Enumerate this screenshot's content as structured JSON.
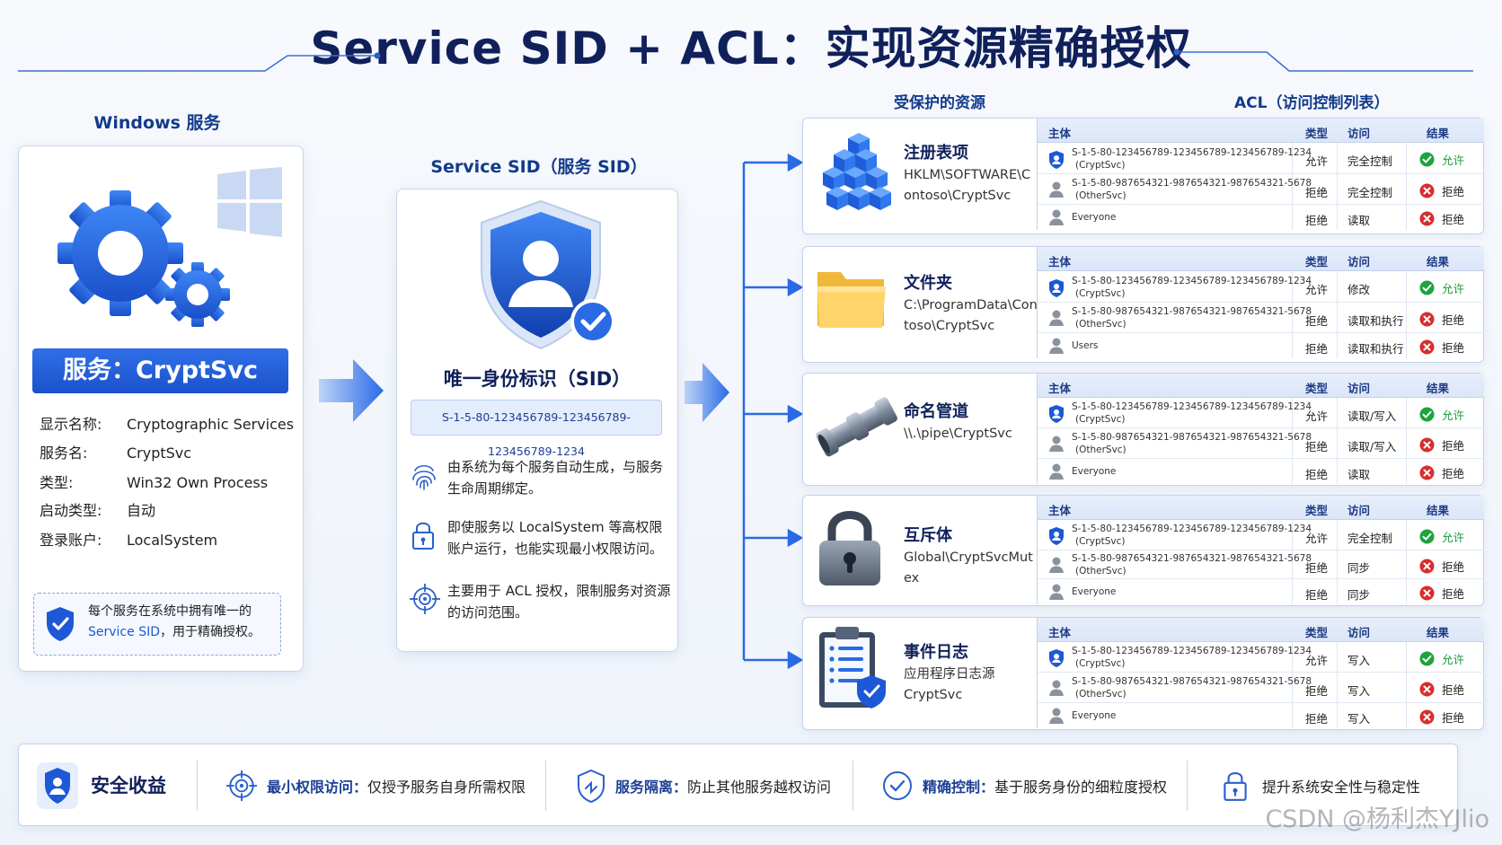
{
  "title": "Service SID + ACL：实现资源精确授权",
  "service": {
    "heading": "Windows 服务",
    "banner": "服务：CryptSvc",
    "props": [
      {
        "k": "显示名称:",
        "v": "Cryptographic Services"
      },
      {
        "k": "服务名:",
        "v": "CryptSvc"
      },
      {
        "k": "类型:",
        "v": "Win32 Own Process"
      },
      {
        "k": "启动类型:",
        "v": "自动"
      },
      {
        "k": "登录账户:",
        "v": "LocalSystem"
      }
    ],
    "note_line1": "每个服务在系统中拥有唯一的",
    "note_hl": "Service SID",
    "note_line2": "，用于精确授权。"
  },
  "sid": {
    "heading": "Service SID（服务 SID）",
    "label": "唯一身份标识（SID）",
    "value": "S-1-5-80-123456789-123456789-123456789-1234",
    "features": [
      {
        "icon": "fingerprint-icon",
        "text": "由系统为每个服务自动生成，与服务生命周期绑定。"
      },
      {
        "icon": "lock-icon",
        "text": "即使服务以 LocalSystem 等高权限账户运行，也能实现最小权限访问。"
      },
      {
        "icon": "target-icon",
        "text": "主要用于 ACL 授权，限制服务对资源的访问范围。"
      }
    ]
  },
  "resources_heading": "受保护的资源",
  "acl_heading": "ACL（访问控制列表）",
  "acl_columns": {
    "principal": "主体",
    "type": "类型",
    "access": "访问",
    "result": "结果"
  },
  "resources": [
    {
      "name": "注册表项",
      "path": "HKLM\\SOFTWARE\\Contoso\\CryptSvc",
      "icon": "registry-cubes-icon",
      "rows": [
        {
          "p1": "S-1-5-80-123456789-123456789-123456789-1234",
          "p2": "(CryptSvc)",
          "ptype": "shield",
          "type": "允许",
          "access": "完全控制",
          "result": "允许",
          "ok": true
        },
        {
          "p1": "S-1-5-80-987654321-987654321-987654321-5678",
          "p2": "(OtherSvc)",
          "ptype": "user",
          "type": "拒绝",
          "access": "完全控制",
          "result": "拒绝",
          "ok": false
        },
        {
          "p1": "Everyone",
          "p2": "",
          "ptype": "user",
          "type": "拒绝",
          "access": "读取",
          "result": "拒绝",
          "ok": false
        }
      ]
    },
    {
      "name": "文件夹",
      "path": "C:\\ProgramData\\Contoso\\CryptSvc",
      "icon": "folder-icon",
      "rows": [
        {
          "p1": "S-1-5-80-123456789-123456789-123456789-1234",
          "p2": "(CryptSvc)",
          "ptype": "shield",
          "type": "允许",
          "access": "修改",
          "result": "允许",
          "ok": true
        },
        {
          "p1": "S-1-5-80-987654321-987654321-987654321-5678",
          "p2": "(OtherSvc)",
          "ptype": "user",
          "type": "拒绝",
          "access": "读取和执行",
          "result": "拒绝",
          "ok": false
        },
        {
          "p1": "Users",
          "p2": "",
          "ptype": "user",
          "type": "拒绝",
          "access": "读取和执行",
          "result": "拒绝",
          "ok": false
        }
      ]
    },
    {
      "name": "命名管道",
      "path": "\\\\.\\pipe\\CryptSvc",
      "icon": "pipe-icon",
      "rows": [
        {
          "p1": "S-1-5-80-123456789-123456789-123456789-1234",
          "p2": "(CryptSvc)",
          "ptype": "shield",
          "type": "允许",
          "access": "读取/写入",
          "result": "允许",
          "ok": true
        },
        {
          "p1": "S-1-5-80-987654321-987654321-987654321-5678",
          "p2": "(OtherSvc)",
          "ptype": "user",
          "type": "拒绝",
          "access": "读取/写入",
          "result": "拒绝",
          "ok": false
        },
        {
          "p1": "Everyone",
          "p2": "",
          "ptype": "user",
          "type": "拒绝",
          "access": "读取",
          "result": "拒绝",
          "ok": false
        }
      ]
    },
    {
      "name": "互斥体",
      "path": "Global\\CryptSvcMutex",
      "icon": "padlock-icon",
      "rows": [
        {
          "p1": "S-1-5-80-123456789-123456789-123456789-1234",
          "p2": "(CryptSvc)",
          "ptype": "shield",
          "type": "允许",
          "access": "完全控制",
          "result": "允许",
          "ok": true
        },
        {
          "p1": "S-1-5-80-987654321-987654321-987654321-5678",
          "p2": "(OtherSvc)",
          "ptype": "user",
          "type": "拒绝",
          "access": "同步",
          "result": "拒绝",
          "ok": false
        },
        {
          "p1": "Everyone",
          "p2": "",
          "ptype": "user",
          "type": "拒绝",
          "access": "同步",
          "result": "拒绝",
          "ok": false
        }
      ]
    },
    {
      "name": "事件日志",
      "path": "应用程序日志源\nCryptSvc",
      "icon": "clipboard-log-icon",
      "rows": [
        {
          "p1": "S-1-5-80-123456789-123456789-123456789-1234",
          "p2": "(CryptSvc)",
          "ptype": "shield",
          "type": "允许",
          "access": "写入",
          "result": "允许",
          "ok": true
        },
        {
          "p1": "S-1-5-80-987654321-987654321-987654321-5678",
          "p2": "(OtherSvc)",
          "ptype": "user",
          "type": "拒绝",
          "access": "写入",
          "result": "拒绝",
          "ok": false
        },
        {
          "p1": "Everyone",
          "p2": "",
          "ptype": "user",
          "type": "拒绝",
          "access": "写入",
          "result": "拒绝",
          "ok": false
        }
      ]
    }
  ],
  "benefits": {
    "heading": "安全收益",
    "items": [
      {
        "icon": "target-icon",
        "bold": "最小权限访问：",
        "text": "仅授予服务自身所需权限"
      },
      {
        "icon": "shield-isolation-icon",
        "bold": "服务隔离：",
        "text": "防止其他服务越权访问"
      },
      {
        "icon": "check-circle-icon",
        "bold": "精确控制：",
        "text": "基于服务身份的细粒度授权"
      },
      {
        "icon": "lock-icon",
        "bold": "",
        "text": "提升系统安全性与稳定性"
      }
    ]
  },
  "watermark": "CSDN @杨利杰YJlio",
  "colors": {
    "accent": "#1d58d6",
    "dark": "#10205a",
    "allow": "#1a9a3a",
    "deny": "#d62e2e"
  }
}
